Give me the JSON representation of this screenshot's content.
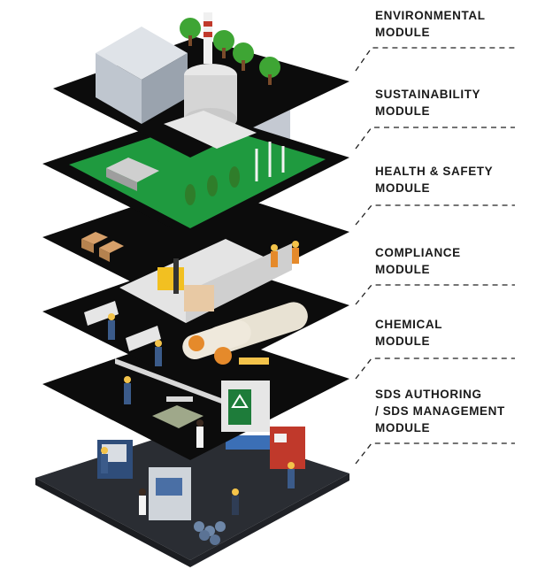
{
  "modules": [
    {
      "line1": "ENVIRONMENTAL",
      "line2": "MODULE",
      "line3": ""
    },
    {
      "line1": "SUSTAINABILITY",
      "line2": "MODULE",
      "line3": ""
    },
    {
      "line1": "HEALTH & SAFETY",
      "line2": "MODULE",
      "line3": ""
    },
    {
      "line1": "COMPLIANCE",
      "line2": "MODULE",
      "line3": ""
    },
    {
      "line1": "CHEMICAL",
      "line2": "MODULE",
      "line3": ""
    },
    {
      "line1": "SDS AUTHORING",
      "line2": "/ SDS MANAGEMENT",
      "line3": "MODULE"
    }
  ],
  "colors": {
    "layer": "#0c0c0c",
    "layer_bottom": "#2a2d33",
    "grass": "#1f9a3f",
    "tree": "#3ea534",
    "accent_red": "#c0392b",
    "label_text": "#1a1a1a",
    "leader_line": "#222222"
  },
  "icons": [
    "factory-icon",
    "tree-icon",
    "wind-turbine-icon",
    "forklift-icon",
    "tank-icon",
    "worker-icon",
    "recycling-logo-icon",
    "machine-icon"
  ]
}
